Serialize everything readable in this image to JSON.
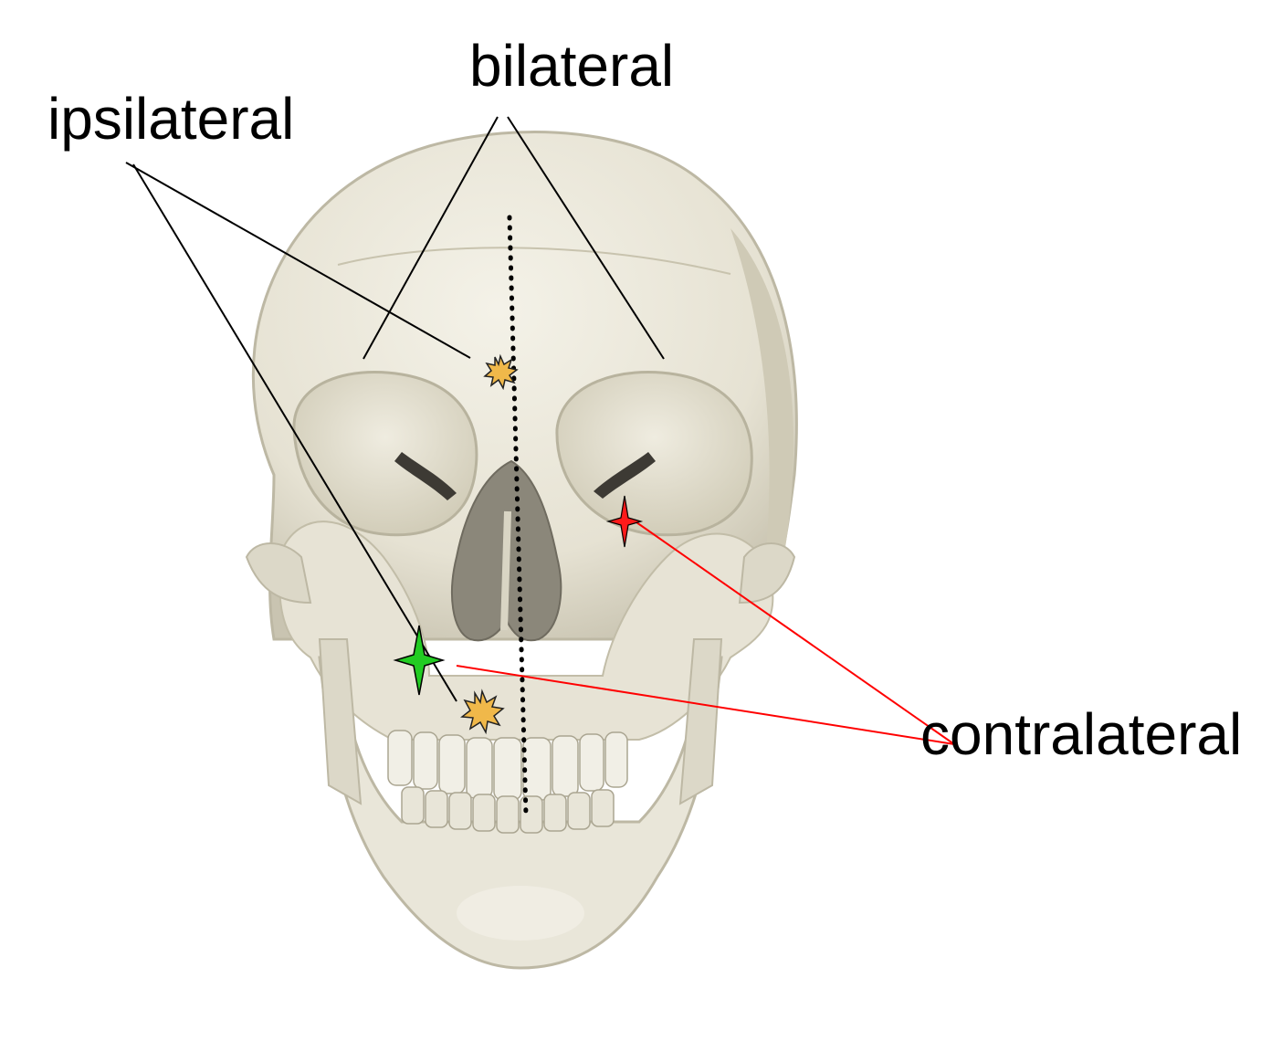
{
  "labels": {
    "bilateral": "bilateral",
    "ipsilateral": "ipsilateral",
    "contralateral": "contralateral"
  },
  "figure": {
    "subject": "skull",
    "midline_style": "dotted",
    "colors": {
      "background": "#ffffff",
      "bone": "#e9e6d9",
      "bone_shadow": "#c9c5b4",
      "cavity": "#3d3a34",
      "leader_line": "#000000",
      "contralateral_line": "#ff0000",
      "green_marker": "#22cc22",
      "red_marker": "#ff1a1a",
      "burst_marker": "#f0b84a"
    },
    "markers": [
      {
        "name": "green-star",
        "icon": "four-point-star-icon",
        "color": "#22cc22"
      },
      {
        "name": "red-star",
        "icon": "four-point-star-icon",
        "color": "#ff1a1a"
      },
      {
        "name": "upper-burst",
        "icon": "starburst-icon",
        "color": "#f0b84a"
      },
      {
        "name": "lower-burst",
        "icon": "starburst-icon",
        "color": "#f0b84a"
      }
    ]
  }
}
